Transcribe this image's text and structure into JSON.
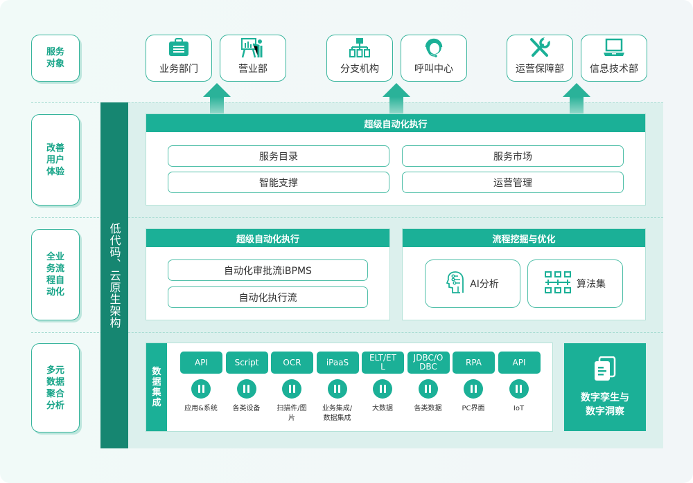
{
  "rows": [
    {
      "label": "服务对象"
    },
    {
      "label": "改善用户体验"
    },
    {
      "label": "全业务流程自动化"
    },
    {
      "label": "多元数据聚合分析"
    }
  ],
  "vertical_bar": {
    "label": "低代码、云原生架构"
  },
  "services": [
    {
      "label": "业务部门",
      "icon": "briefcase-icon"
    },
    {
      "label": "营业部",
      "icon": "presentation-icon"
    },
    {
      "label": "分支机构",
      "icon": "org-chart-icon"
    },
    {
      "label": "呼叫中心",
      "icon": "headset-icon"
    },
    {
      "label": "运营保障部",
      "icon": "tools-icon"
    },
    {
      "label": "信息技术部",
      "icon": "laptop-icon"
    }
  ],
  "layer1": {
    "title": "超级自动化执行",
    "items": [
      "服务目录",
      "服务市场",
      "智能支撑",
      "运营管理"
    ]
  },
  "layer2": {
    "left": {
      "title": "超级自动化执行",
      "items": [
        "自动化审批流iBPMS",
        "自动化执行流"
      ]
    },
    "right": {
      "title": "流程挖掘与优化",
      "items": [
        {
          "label": "AI分析",
          "icon": "ai-head-icon"
        },
        {
          "label": "算法集",
          "icon": "algorithm-grid-icon"
        }
      ]
    }
  },
  "layer3": {
    "label": "数据集成",
    "sources": [
      {
        "tag": "API",
        "caption": "应用&系统"
      },
      {
        "tag": "Script",
        "caption": "各类设备"
      },
      {
        "tag": "OCR",
        "caption": "扫描件/图片"
      },
      {
        "tag": "iPaaS",
        "caption": "业务集成/数据集成"
      },
      {
        "tag": "ELT/ETL",
        "caption": "大数据"
      },
      {
        "tag": "JDBC/ODBC",
        "caption": "各类数据"
      },
      {
        "tag": "RPA",
        "caption": "PC界面"
      },
      {
        "tag": "API",
        "caption": "IoT"
      }
    ],
    "twin": {
      "label": "数字孪生与数字洞察",
      "icon": "documents-icon"
    }
  },
  "colors": {
    "primary": "#1bb097",
    "dark": "#168671",
    "band": "#dcf0ed",
    "border": "#36b49c"
  }
}
